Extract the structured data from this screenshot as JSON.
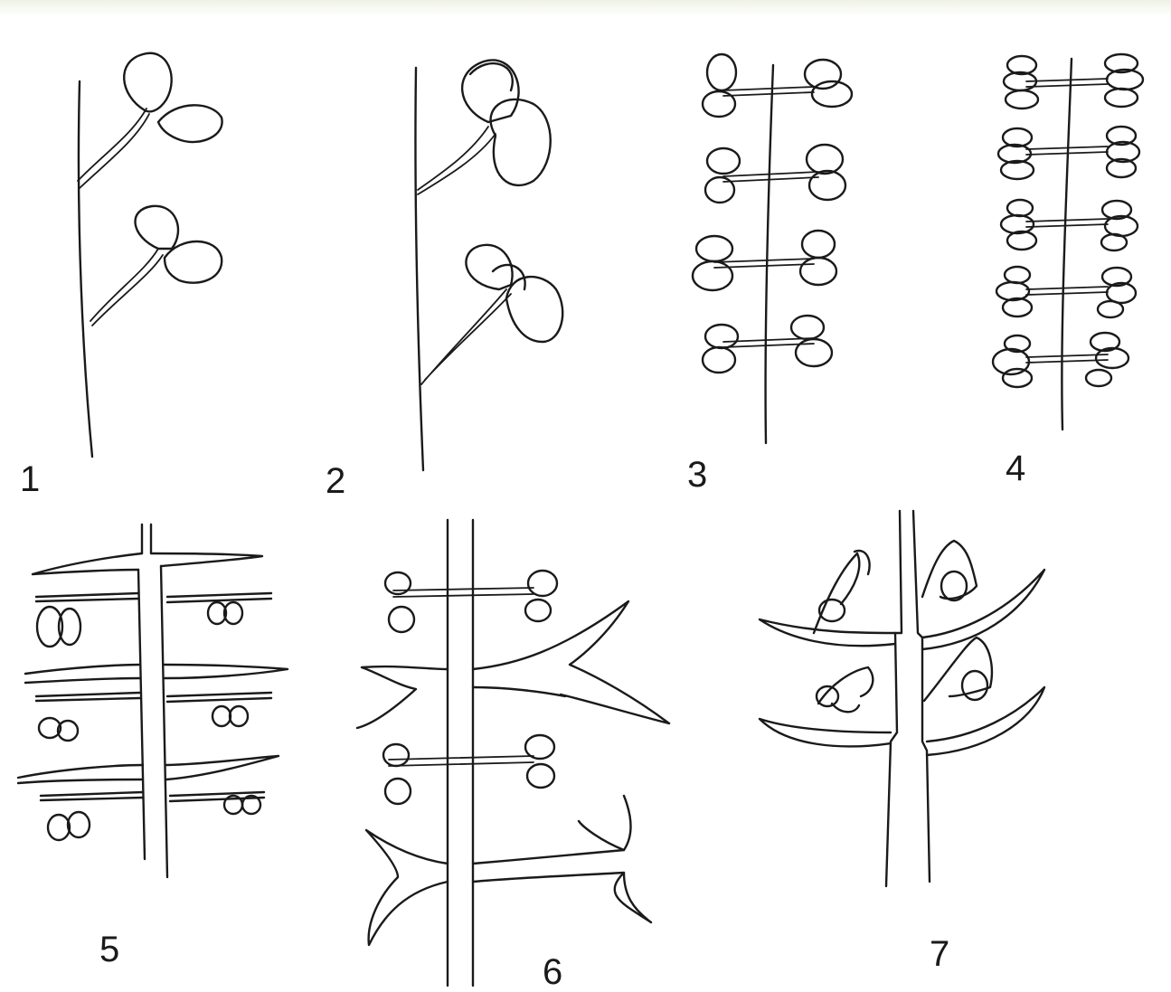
{
  "figures": [
    {
      "number": "1"
    },
    {
      "number": "2"
    },
    {
      "number": "3"
    },
    {
      "number": "4"
    },
    {
      "number": "5"
    },
    {
      "number": "6"
    },
    {
      "number": "7"
    }
  ],
  "colors": {
    "ink": "#1a1a1a",
    "background": "#ffffff"
  }
}
